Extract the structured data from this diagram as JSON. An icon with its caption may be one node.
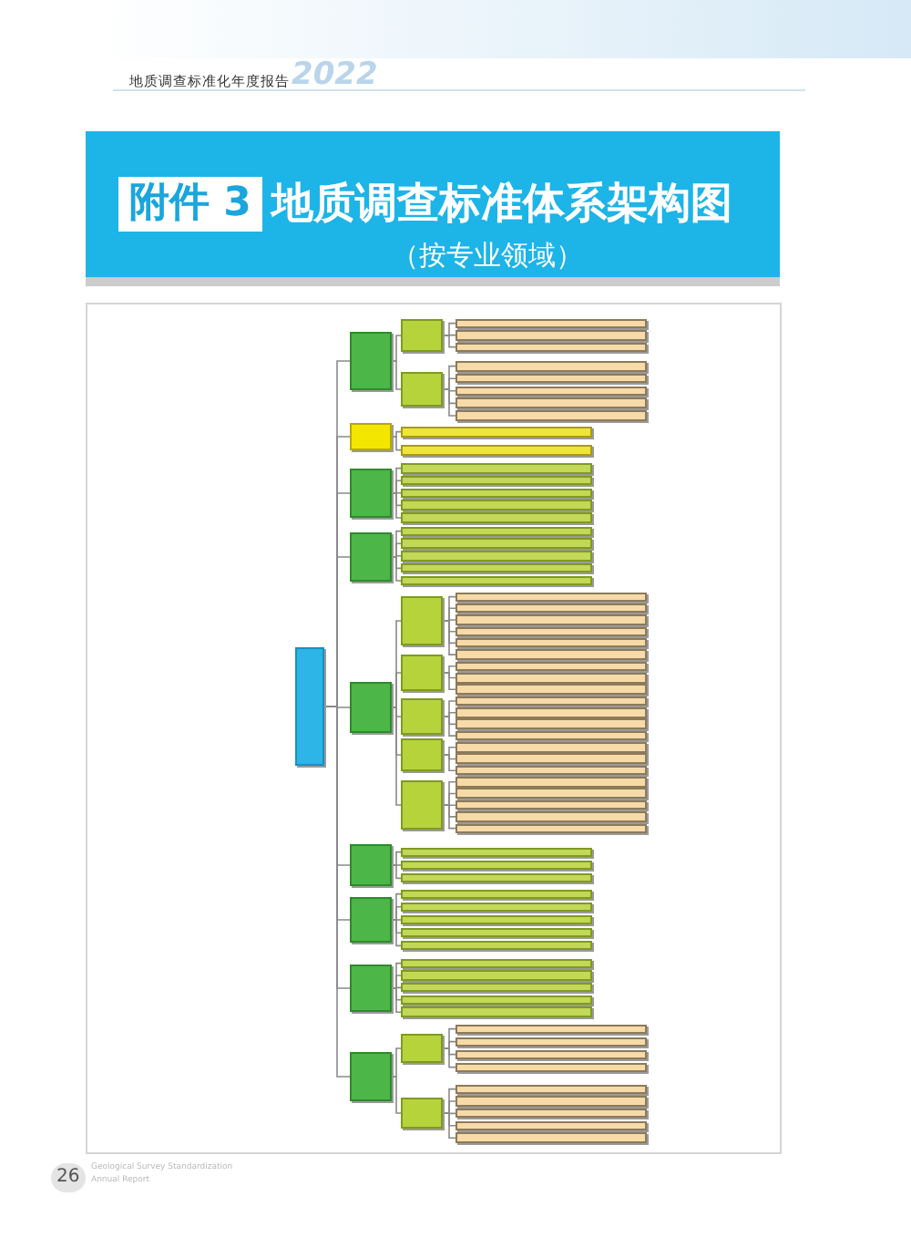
{
  "diagram": {
    "title": "地质调查标准体系架构图",
    "nodes": [
      {
        "text": [],
        "shape": "box"
      },
      {
        "text": [],
        "shape": "box"
      },
      {
        "text": [],
        "shape": "box"
      },
      {
        "text": [],
        "shape": "box"
      },
      {
        "text": [],
        "shape": "box"
      },
      {
        "text": [],
        "shape": "box"
      },
      {
        "text": [],
        "shape": "box"
      },
      {
        "text": [],
        "shape": "box"
      },
      {
        "text": [],
        "shape": "box"
      },
      {
        "text": [],
        "shape": "box"
      },
      {
        "text": [],
        "shape": "box"
      },
      {
        "text": [],
        "shape": "box"
      },
      {
        "text": [],
        "shape": "box"
      },
      {
        "text": [],
        "shape": "box"
      },
      {
        "text": [],
        "shape": "box"
      },
      {
        "text": [],
        "shape": "box"
      },
      {
        "text": [],
        "shape": "box"
      },
      {
        "text": [],
        "shape": "box"
      },
      {
        "text": [],
        "shape": "box"
      },
      {
        "text": [],
        "shape": "box"
      },
      {
        "text": [],
        "shape": "box"
      },
      {
        "text": [],
        "shape": "box"
      },
      {
        "text": [],
        "shape": "box"
      },
      {
        "text": [],
        "shape": "box"
      },
      {
        "text": [],
        "shape": "box"
      },
      {
        "text": [],
        "shape": "box"
      },
      {
        "text": [],
        "shape": "box"
      },
      {
        "text": [],
        "shape": "box"
      },
      {
        "text": [],
        "shape": "box"
      },
      {
        "text": [],
        "shape": "box"
      },
      {
        "text": [],
        "shape": "box"
      },
      {
        "text": [],
        "shape": "box"
      },
      {
        "text": [],
        "shape": "box"
      },
      {
        "text": [],
        "shape": "box"
      },
      {
        "text": [],
        "shape": "box"
      },
      {
        "text": [],
        "shape": "box"
      },
      {
        "text": [],
        "shape": "box"
      },
      {
        "text": [],
        "shape": "box"
      },
      {
        "text": [],
        "shape": "box"
      },
      {
        "text": [],
        "shape": "box"
      },
      {
        "text": [],
        "shape": "box"
      },
      {
        "text": [],
        "shape": "box"
      },
      {
        "text": [],
        "shape": "box"
      },
      {
        "text": [],
        "shape": "box"
      },
      {
        "text": [],
        "shape": "box"
      },
      {
        "text": [],
        "shape": "box"
      },
      {
        "text": [],
        "shape": "box"
      },
      {
        "text": [],
        "shape": "box"
      },
      {
        "text": [],
        "shape": "box"
      },
      {
        "text": [],
        "shape": "box"
      },
      {
        "text": [],
        "shape": "box"
      },
      {
        "text": [],
        "shape": "box"
      },
      {
        "text": [],
        "shape": "box"
      },
      {
        "text": [],
        "shape": "box"
      },
      {
        "text": [],
        "shape": "box"
      },
      {
        "text": [],
        "shape": "box"
      },
      {
        "text": [],
        "shape": "box"
      },
      {
        "text": [],
        "shape": "box"
      },
      {
        "text": [],
        "shape": "box"
      },
      {
        "text": [],
        "shape": "box"
      },
      {
        "text": [],
        "shape": "box"
      },
      {
        "text": [],
        "shape": "box"
      },
      {
        "text": [],
        "shape": "box"
      },
      {
        "text": [],
        "shape": "box"
      },
      {
        "text": [],
        "shape": "box"
      },
      {
        "text": [],
        "shape": "box"
      },
      {
        "text": [],
        "shape": "box"
      },
      {
        "text": [],
        "shape": "box"
      },
      {
        "text": [],
        "shape": "box"
      },
      {
        "text": [],
        "shape": "box"
      },
      {
        "text": [],
        "shape": "box"
      },
      {
        "text": [],
        "shape": "box"
      },
      {
        "text": [],
        "shape": "box"
      },
      {
        "text": [],
        "shape": "box"
      },
      {
        "text": [],
        "shape": "box"
      },
      {
        "text": [],
        "shape": "box"
      },
      {
        "text": [],
        "shape": "box"
      },
      {
        "text": [],
        "shape": "box"
      },
      {
        "text": [],
        "shape": "box"
      },
      {
        "text": [],
        "shape": "box"
      },
      {
        "text": [],
        "shape": "box"
      },
      {
        "text": [],
        "shape": "box"
      }
    ],
    "edges": [
      {
        "from": 0,
        "to": 1,
        "arrow": "none"
      },
      {
        "from": 0,
        "to": 12,
        "arrow": "none"
      },
      {
        "from": 0,
        "to": 15,
        "arrow": "none"
      },
      {
        "from": 0,
        "to": 21,
        "arrow": "none"
      },
      {
        "from": 0,
        "to": 27,
        "arrow": "none"
      },
      {
        "from": 0,
        "to": 54,
        "arrow": "none"
      },
      {
        "from": 0,
        "to": 58,
        "arrow": "none"
      },
      {
        "from": 0,
        "to": 64,
        "arrow": "none"
      },
      {
        "from": 0,
        "to": 70,
        "arrow": "none"
      },
      {
        "from": 1,
        "to": 2,
        "arrow": "none"
      },
      {
        "from": 1,
        "to": 6,
        "arrow": "none"
      },
      {
        "from": 2,
        "to": 3,
        "arrow": "none"
      },
      {
        "from": 2,
        "to": 4,
        "arrow": "none"
      },
      {
        "from": 2,
        "to": 5,
        "arrow": "none"
      },
      {
        "from": 6,
        "to": 7,
        "arrow": "none"
      },
      {
        "from": 6,
        "to": 8,
        "arrow": "none"
      },
      {
        "from": 6,
        "to": 9,
        "arrow": "none"
      },
      {
        "from": 6,
        "to": 10,
        "arrow": "none"
      },
      {
        "from": 6,
        "to": 11,
        "arrow": "none"
      },
      {
        "from": 12,
        "to": 13,
        "arrow": "none"
      },
      {
        "from": 12,
        "to": 14,
        "arrow": "none"
      },
      {
        "from": 15,
        "to": 16,
        "arrow": "none"
      },
      {
        "from": 15,
        "to": 17,
        "arrow": "none"
      },
      {
        "from": 15,
        "to": 18,
        "arrow": "none"
      },
      {
        "from": 15,
        "to": 19,
        "arrow": "none"
      },
      {
        "from": 15,
        "to": 20,
        "arrow": "none"
      },
      {
        "from": 21,
        "to": 22,
        "arrow": "none"
      },
      {
        "from": 21,
        "to": 23,
        "arrow": "none"
      },
      {
        "from": 21,
        "to": 24,
        "arrow": "none"
      },
      {
        "from": 21,
        "to": 25,
        "arrow": "none"
      },
      {
        "from": 21,
        "to": 26,
        "arrow": "none"
      },
      {
        "from": 27,
        "to": 28,
        "arrow": "none"
      },
      {
        "from": 27,
        "to": 35,
        "arrow": "none"
      },
      {
        "from": 27,
        "to": 39,
        "arrow": "none"
      },
      {
        "from": 27,
        "to": 44,
        "arrow": "none"
      },
      {
        "from": 27,
        "to": 48,
        "arrow": "none"
      },
      {
        "from": 28,
        "to": 29,
        "arrow": "none"
      },
      {
        "from": 28,
        "to": 30,
        "arrow": "none"
      },
      {
        "from": 28,
        "to": 31,
        "arrow": "none"
      },
      {
        "from": 28,
        "to": 32,
        "arrow": "none"
      },
      {
        "from": 28,
        "to": 33,
        "arrow": "none"
      },
      {
        "from": 28,
        "to": 34,
        "arrow": "none"
      },
      {
        "from": 35,
        "to": 36,
        "arrow": "none"
      },
      {
        "from": 35,
        "to": 37,
        "arrow": "none"
      },
      {
        "from": 35,
        "to": 38,
        "arrow": "none"
      },
      {
        "from": 39,
        "to": 40,
        "arrow": "none"
      },
      {
        "from": 39,
        "to": 41,
        "arrow": "none"
      },
      {
        "from": 39,
        "to": 42,
        "arrow": "none"
      },
      {
        "from": 39,
        "to": 43,
        "arrow": "none"
      },
      {
        "from": 44,
        "to": 45,
        "arrow": "none"
      },
      {
        "from": 44,
        "to": 46,
        "arrow": "none"
      },
      {
        "from": 44,
        "to": 47,
        "arrow": "none"
      },
      {
        "from": 48,
        "to": 49,
        "arrow": "none"
      },
      {
        "from": 48,
        "to": 50,
        "arrow": "none"
      },
      {
        "from": 48,
        "to": 51,
        "arrow": "none"
      },
      {
        "from": 48,
        "to": 52,
        "arrow": "none"
      },
      {
        "from": 48,
        "to": 53,
        "arrow": "none"
      },
      {
        "from": 54,
        "to": 55,
        "arrow": "none"
      },
      {
        "from": 54,
        "to": 56,
        "arrow": "none"
      },
      {
        "from": 54,
        "to": 57,
        "arrow": "none"
      },
      {
        "from": 58,
        "to": 59,
        "arrow": "none"
      },
      {
        "from": 58,
        "to": 60,
        "arrow": "none"
      },
      {
        "from": 58,
        "to": 61,
        "arrow": "none"
      },
      {
        "from": 58,
        "to": 62,
        "arrow": "none"
      },
      {
        "from": 58,
        "to": 63,
        "arrow": "none"
      },
      {
        "from": 64,
        "to": 65,
        "arrow": "none"
      },
      {
        "from": 64,
        "to": 66,
        "arrow": "none"
      },
      {
        "from": 64,
        "to": 67,
        "arrow": "none"
      },
      {
        "from": 64,
        "to": 68,
        "arrow": "none"
      },
      {
        "from": 64,
        "to": 69,
        "arrow": "none"
      },
      {
        "from": 70,
        "to": 71,
        "arrow": "none"
      },
      {
        "from": 70,
        "to": 76,
        "arrow": "none"
      },
      {
        "from": 71,
        "to": 72,
        "arrow": "none"
      },
      {
        "from": 71,
        "to": 73,
        "arrow": "none"
      },
      {
        "from": 71,
        "to": 74,
        "arrow": "none"
      },
      {
        "from": 71,
        "to": 75,
        "arrow": "none"
      },
      {
        "from": 76,
        "to": 77,
        "arrow": "none"
      },
      {
        "from": 76,
        "to": 78,
        "arrow": "none"
      },
      {
        "from": 76,
        "to": 79,
        "arrow": "none"
      },
      {
        "from": 76,
        "to": 80,
        "arrow": "none"
      },
      {
        "from": 76,
        "to": 81,
        "arrow": "none"
      }
    ],
    "labels": [
      "地质调查标准化年度报告",
      "2022",
      "附件 3",
      "（按专业领域）",
      "26",
      "Geological Survey Standardization",
      "Annual Report"
    ]
  }
}
